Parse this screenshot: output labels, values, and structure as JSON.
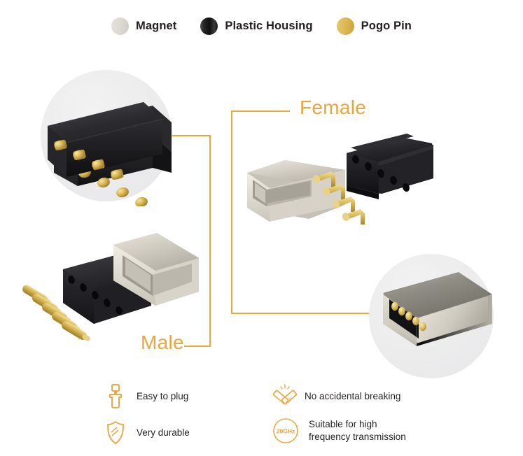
{
  "legend": {
    "items": [
      {
        "label": "Magnet",
        "icon": "magnet-swatch",
        "color": "#ddd9d1"
      },
      {
        "label": "Plastic Housing",
        "icon": "plastic-swatch",
        "color": "#1a1a1a"
      },
      {
        "label": "Pogo Pin",
        "icon": "pogo-swatch",
        "color": "#d9b44f"
      }
    ]
  },
  "callouts": {
    "female": "Female",
    "male": "Male",
    "accent_color": "#e8a63f"
  },
  "diagram": {
    "male_assembly_name": "male-connector-assembly",
    "female_assembly_name": "female-connector-assembly",
    "male_exploded_name": "male-exploded-view",
    "female_exploded_name": "female-exploded-view",
    "pin_count": 5
  },
  "features": [
    {
      "icon": "plug-icon",
      "text": "Easy to plug"
    },
    {
      "icon": "shield-icon",
      "text": "Very durable"
    },
    {
      "icon": "break-resistant-icon",
      "text": "No accidental breaking"
    },
    {
      "icon": "frequency-icon",
      "badge": "20GHz",
      "text": "Suitable for high\nfrequency transmission"
    }
  ]
}
